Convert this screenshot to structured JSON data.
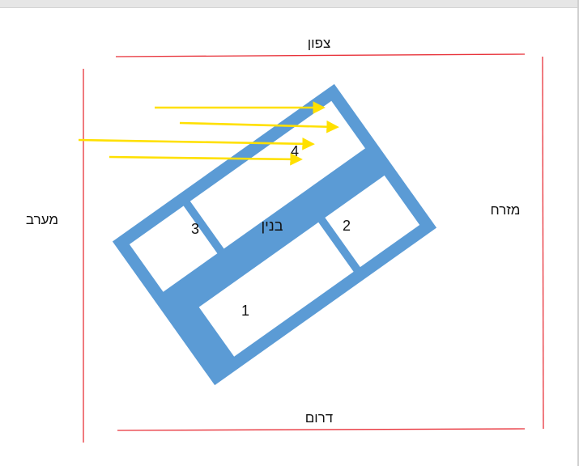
{
  "directions": {
    "north": "צפון",
    "south": "דרום",
    "east": "מזרח",
    "west": "מערב"
  },
  "building": {
    "label": "בנין",
    "rooms": [
      "1",
      "2",
      "3",
      "4"
    ]
  },
  "colors": {
    "boundary": "#e8323a",
    "building": "#5b9bd5",
    "arrows": "#ffe000",
    "room_fill": "#ffffff"
  },
  "sun_arrows": 4
}
